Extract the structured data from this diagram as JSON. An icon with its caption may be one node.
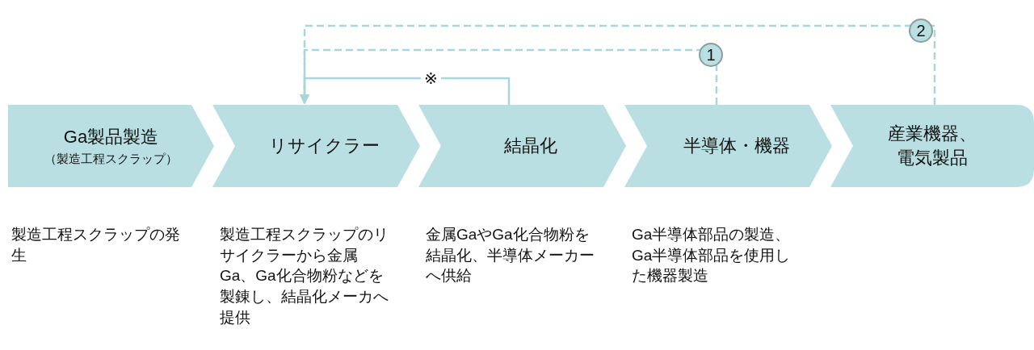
{
  "diagram": {
    "nodes": [
      {
        "text": [
          "Ga製品製造",
          "（製造工程スクラップ）"
        ],
        "beside": [
          "製造工程スクラップの発生"
        ]
      },
      {
        "text": [
          "リサイクラー"
        ],
        "beside": [
          "製造工程スクラップのリサイクラーから金属Ga、Ga化合物粉などを製錬し、結晶化メーカへ提供"
        ]
      },
      {
        "text": [
          "結晶化"
        ],
        "beside": [
          "金属GaやGa化合物粉を結晶化、半導体メーカーへ供給"
        ]
      },
      {
        "text": [
          "半導体・機器"
        ],
        "beside": [
          "Ga半導体部品の製造、Ga半導体部品を使用した機器製造"
        ]
      },
      {
        "text": [
          "産業機器、電気製品"
        ]
      }
    ],
    "edges": [
      {
        "from": 2,
        "to": 1,
        "arrow": "to",
        "label": "※"
      },
      {
        "from": 3,
        "to": 1,
        "arrow": "to",
        "label": "1",
        "style": "dashed"
      },
      {
        "from": 4,
        "to": 1,
        "arrow": "to",
        "label": "2",
        "style": "dashed"
      }
    ]
  }
}
